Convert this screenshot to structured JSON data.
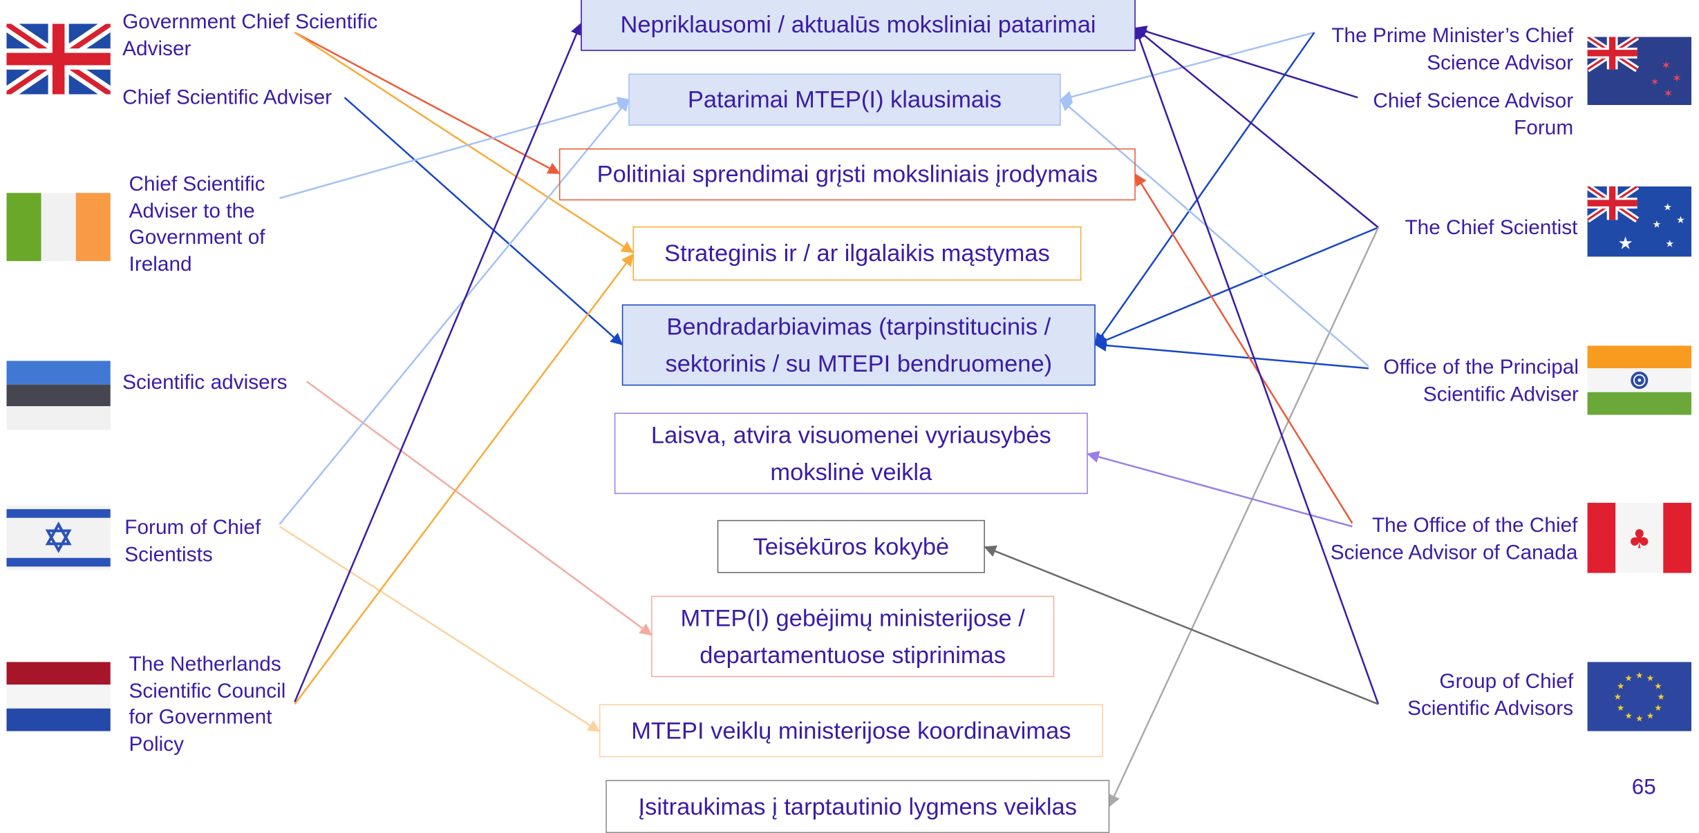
{
  "center_boxes": [
    {
      "text": "Nepriklausomi / aktualūs moksliniai patarimai"
    },
    {
      "text": "Patarimai MTEP(I) klausimais"
    },
    {
      "text": "Politiniai sprendimai grįsti moksliniais įrodymais"
    },
    {
      "text": "Strateginis ir / ar ilgalaikis mąstymas"
    },
    {
      "text": "Bendradarbiavimas (tarpinstitucinis / sektorinis / su MTEPI bendruomene)"
    },
    {
      "text": "Laisva, atvira visuomenei vyriausybės mokslinė veikla"
    },
    {
      "text": "Teisėkūros kokybė"
    },
    {
      "text": "MTEP(I) gebėjimų ministerijose / departamentuose stiprinimas"
    },
    {
      "text": "MTEPI veiklų ministerijose koordinavimas"
    },
    {
      "text": "Įsitraukimas į tarptautinio lygmens veiklas"
    }
  ],
  "left_labels": [
    {
      "text": "Government Chief Scientific Adviser"
    },
    {
      "text": "Chief Scientific Adviser"
    },
    {
      "text": "Chief Scientific Adviser to the Government of Ireland"
    },
    {
      "text": "Scientific advisers"
    },
    {
      "text": "Forum of Chief Scientists"
    },
    {
      "text": "The Netherlands Scientific Council for Government Policy"
    }
  ],
  "right_labels": [
    {
      "text": "The Prime Minister’s Chief Science Advisor"
    },
    {
      "text": "Chief Science Advisor Forum"
    },
    {
      "text": "The Chief Scientist"
    },
    {
      "text": "Office of the Principal Scientific Adviser"
    },
    {
      "text": "The Office of the Chief Science Advisor of Canada"
    },
    {
      "text": "Group of Chief Scientific Advisors"
    }
  ],
  "flags": {
    "left": [
      "united-kingdom-flag",
      "ireland-flag",
      "estonia-flag",
      "israel-flag",
      "netherlands-flag"
    ],
    "right": [
      "new-zealand-flag",
      "australia-flag",
      "india-flag",
      "canada-flag",
      "european-union-flag"
    ]
  },
  "colors": {
    "text": "#3a1ca6",
    "dark_purple": "#3a1ca6",
    "light_blue": "#a4c2f4",
    "red": "#ea5b3a",
    "orange": "#f9ab3a",
    "blue": "#1747c6",
    "salmon": "#f4aba0",
    "violet": "#9a7ee8",
    "gray": "#6b6b6b",
    "light_orange": "#fcd29e",
    "light_gray": "#aaaaaa"
  },
  "page_number": "65"
}
